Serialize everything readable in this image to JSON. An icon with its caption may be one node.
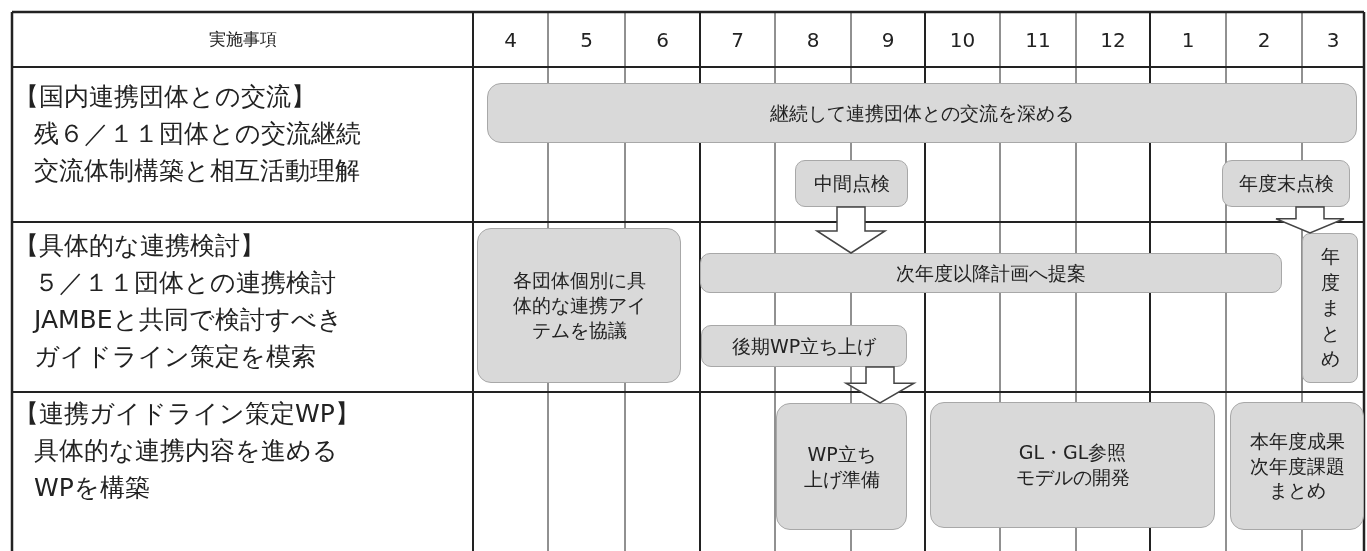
{
  "diagram": {
    "nodes": [
      {
        "text": [
          "継続して連携団体との交流を深める"
        ]
      },
      {
        "text": [
          "中間点検"
        ]
      },
      {
        "text": [
          "年度末点検"
        ]
      },
      {
        "text": [
          "各団体個別に具体的な連携アイテムを協議"
        ]
      },
      {
        "text": [
          "次年度以降計画へ提案"
        ]
      },
      {
        "text": [
          "年度まとめ"
        ]
      },
      {
        "text": [
          "後期WP立ち上げ"
        ]
      },
      {
        "text": [
          "WP立ち上げ準備"
        ]
      },
      {
        "text": [
          "GL・GL参照モデルの開発"
        ]
      },
      {
        "text": [
          "本年度成果次年度課題まとめ"
        ]
      }
    ],
    "edges": [
      {
        "from": 1,
        "to": 4,
        "arrow": "to"
      },
      {
        "from": 2,
        "to": 5,
        "arrow": "to"
      },
      {
        "from": 6,
        "to": 7,
        "arrow": "to"
      }
    ],
    "labels": [
      "実施事項",
      "4",
      "5",
      "6",
      "7",
      "8",
      "9",
      "10",
      "11",
      "12",
      "1",
      "2",
      "3",
      "【国内連携団体との交流】",
      "残６／１１団体との交流継続",
      "交流体制構築と相互活動理解",
      "【具体的な連携検討】",
      "５／１１団体との連携検討",
      "JAMBEと共同で検討すべき",
      "ガイドライン策定を模索",
      "【連携ガイドライン策定WP】",
      "具体的な連携内容を進める",
      "WPを構築"
    ]
  }
}
